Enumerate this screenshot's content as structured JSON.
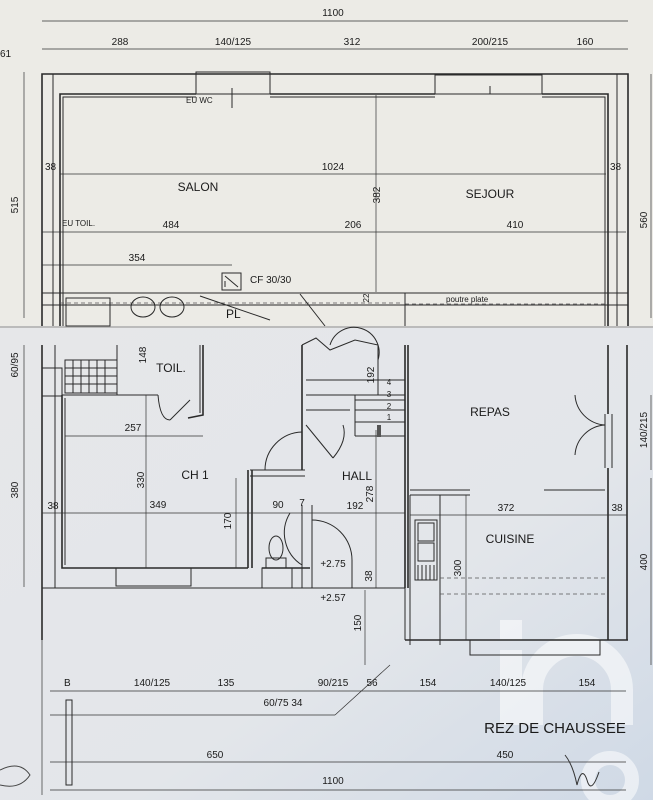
{
  "plan_title": "REZ DE CHAUSSEE",
  "logo_text": "iad",
  "rooms": {
    "salon": "SALON",
    "sejour": "SEJOUR",
    "toilet": "TOIL.",
    "ch1": "CH 1",
    "hall": "HALL",
    "repas": "REPAS",
    "cuisine": "CUISINE"
  },
  "annotations": {
    "eu_wc": "EU WC",
    "eu_toil": "EU TOIL.",
    "cf": "CF  30/30",
    "poutre": "poutre plate",
    "pl": "PL",
    "level_1": "+2.75",
    "level_2": "+2.57",
    "stair_steps": [
      "4",
      "3",
      "2",
      "1"
    ],
    "corner_b": "B"
  },
  "top_dimensions": {
    "overall": "1100",
    "segments": [
      "288",
      "140/125",
      "312",
      "200/215",
      "160"
    ],
    "interior_width": "1024",
    "wall_left": "38",
    "wall_right": "38",
    "depth_382": "382",
    "row_2": [
      "484",
      "206",
      "410"
    ],
    "d354": "354",
    "d22": "22",
    "left_side": "515",
    "right_side": "560",
    "left_cut": "61"
  },
  "lower_dimensions": {
    "d148": "148",
    "d60_95": "60/95",
    "d257": "257",
    "d330": "330",
    "d380": "380",
    "row": [
      "38",
      "349",
      "90",
      "7",
      "192",
      "372",
      "38"
    ],
    "d170": "170",
    "d278": "278",
    "d192v": "192",
    "d140_215": "140/215",
    "d38v": "38",
    "d300": "300",
    "d400": "400",
    "d150": "150"
  },
  "bottom_dimensions": {
    "segments": [
      "140/125",
      "135",
      "90/215",
      "56",
      "154",
      "140/125",
      "154"
    ],
    "sub": "60/75  34",
    "left": "650",
    "right": "450",
    "overall": "1100"
  }
}
